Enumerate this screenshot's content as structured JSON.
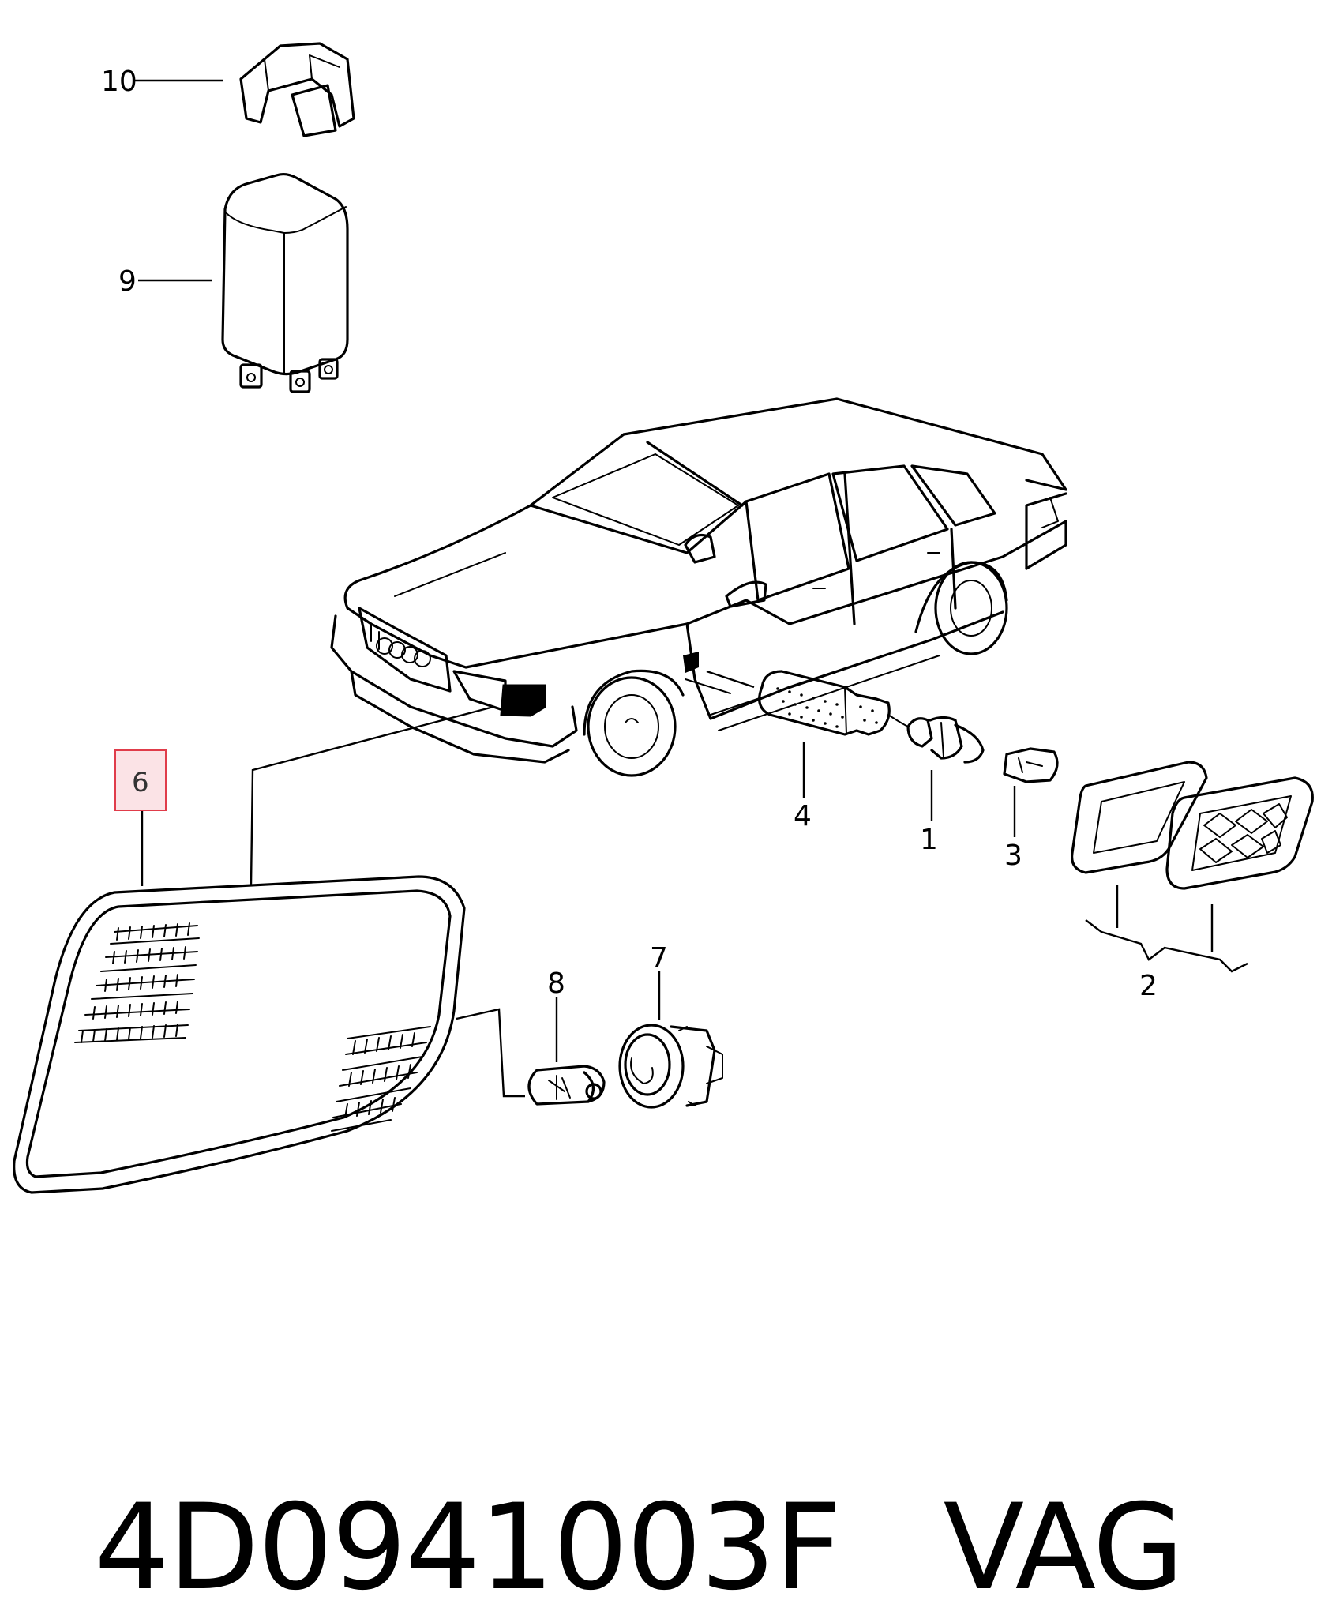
{
  "callouts": {
    "c1": "1",
    "c2": "2",
    "c3": "3",
    "c4": "4",
    "c6": "6",
    "c7": "7",
    "c8": "8",
    "c9": "9",
    "c10": "10"
  },
  "highlight": {
    "color": "#e03c4a",
    "fill": "#fbe3e6"
  },
  "footer": {
    "part_number": "4D0941003F",
    "brand": "VAG"
  }
}
